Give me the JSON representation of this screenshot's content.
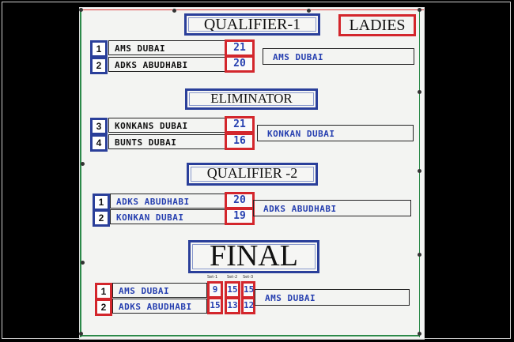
{
  "titles": {
    "qualifier1": "QUALIFIER-1",
    "ladies": "LADIES",
    "eliminator": "ELIMINATOR",
    "qualifier2": "QUALIFIER -2",
    "final": "FINAL"
  },
  "qualifier1": {
    "teams": [
      {
        "seed": "1",
        "name": "AMS DUBAI",
        "score": "21"
      },
      {
        "seed": "2",
        "name": "ADKS ABUDHABI",
        "score": "20"
      }
    ],
    "winner": "AMS DUBAI"
  },
  "eliminator": {
    "teams": [
      {
        "seed": "3",
        "name": "KONKANS DUBAI",
        "score": "21"
      },
      {
        "seed": "4",
        "name": "BUNTS DUBAI",
        "score": "16"
      }
    ],
    "winner": "KONKAN DUBAI"
  },
  "qualifier2": {
    "teams": [
      {
        "seed": "1",
        "name": "ADKS ABUDHABI",
        "score": "20"
      },
      {
        "seed": "2",
        "name": "KONKAN DUBAI",
        "score": "19"
      }
    ],
    "winner": "ADKS ABUDHABI"
  },
  "final": {
    "set_labels": [
      "Set-1",
      "Set-2",
      "Set-3"
    ],
    "teams": [
      {
        "seed": "1",
        "name": "AMS DUBAI",
        "sets": [
          "9",
          "15",
          "15"
        ]
      },
      {
        "seed": "2",
        "name": "ADKS ABUDHABI",
        "sets": [
          "15",
          "13",
          "12"
        ]
      }
    ],
    "winner": "AMS DUBAI"
  },
  "colors": {
    "blue": "#2740b0",
    "red": "#d3262c",
    "green": "#2c8a4a"
  }
}
